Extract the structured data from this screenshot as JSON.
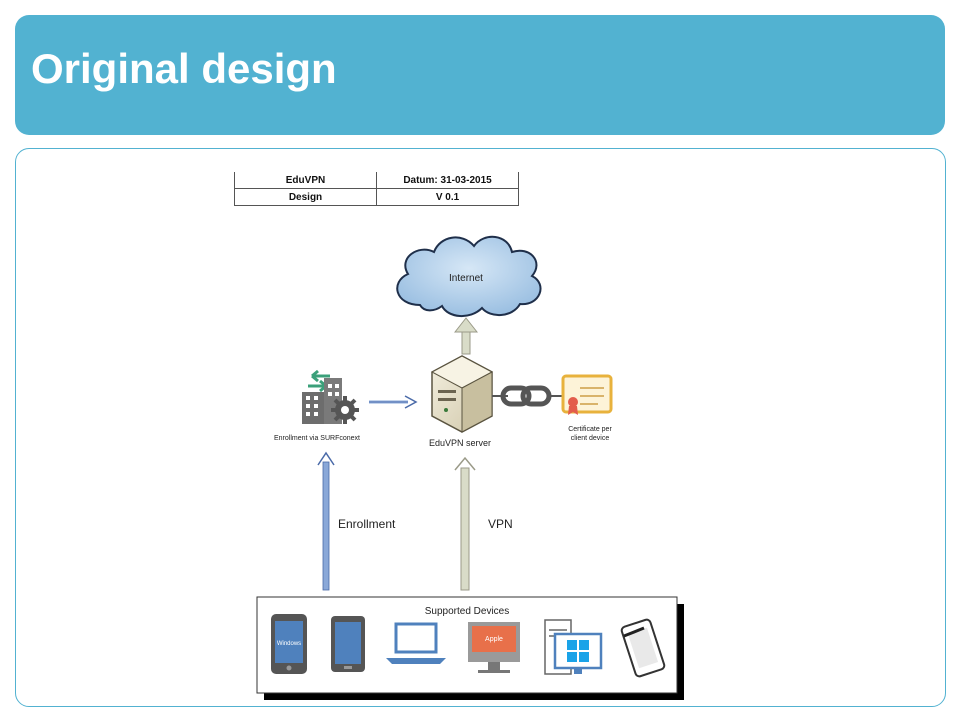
{
  "header": {
    "title": "Original design"
  },
  "doc_table": {
    "rows": [
      [
        "EduVPN",
        "Datum: 31-03-2015"
      ],
      [
        "Design",
        "V 0.1"
      ]
    ]
  },
  "diagram": {
    "internet": "Internet",
    "server": "EduVPN server",
    "enrollment_node": "Enrollment via SURFconext",
    "certificate_line1": "Certificate per",
    "certificate_line2": "client device",
    "enrollment_arrow": "Enrollment",
    "vpn_arrow": "VPN",
    "devices_title": "Supported Devices",
    "windows_phone": "Windows",
    "apple": "Apple"
  },
  "colors": {
    "header": "#52b2d1",
    "cloud": "#a8cbe8",
    "arrow_blue": "#8aa8d8",
    "arrow_beige": "#d9dcc8",
    "device_blue": "#4f81bd"
  }
}
